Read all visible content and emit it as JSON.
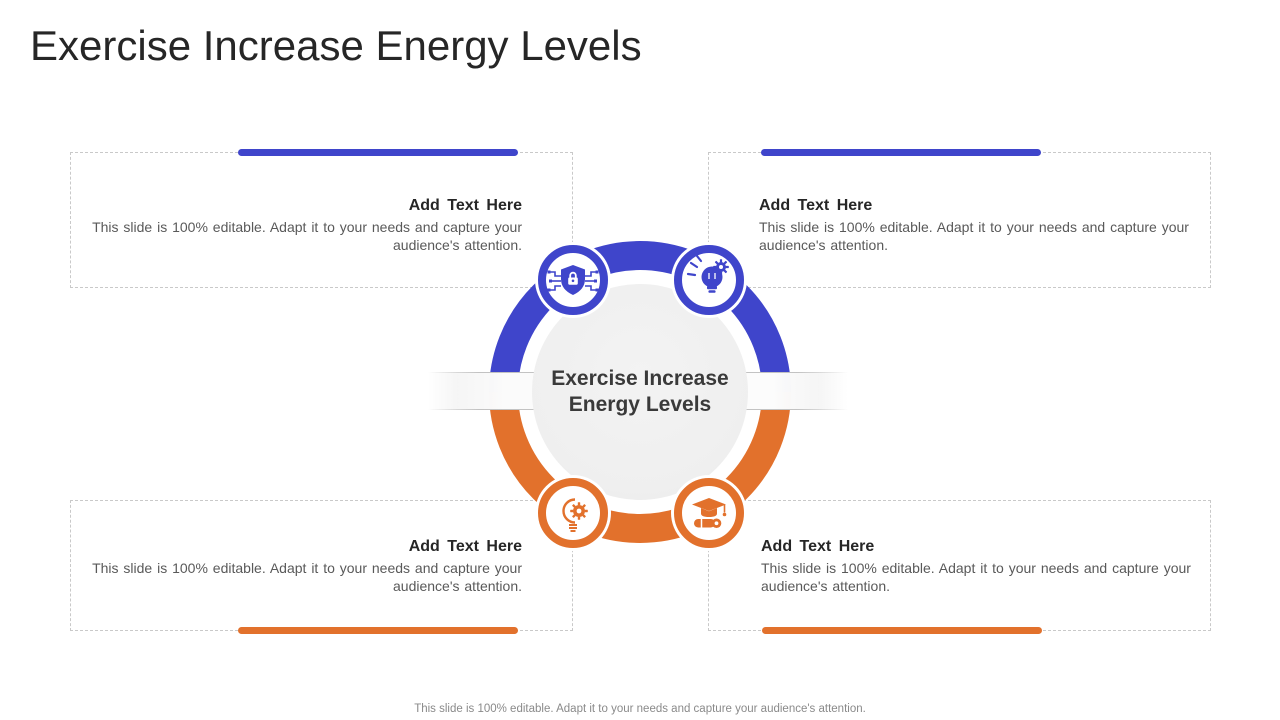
{
  "slide": {
    "title": "Exercise Increase Energy Levels",
    "footer": "This slide is 100% editable. Adapt it to your needs and capture your audience's attention."
  },
  "colors": {
    "accent_blue": "#3f45cb",
    "accent_orange": "#e2712c",
    "inner_circle_gray": "#efefef",
    "body_text_gray": "#595959"
  },
  "diagram": {
    "center_title_line1": "Exercise Increase",
    "center_title_line2": "Energy Levels",
    "nodes": [
      {
        "icon": "shield-lock-circuit",
        "color": "blue"
      },
      {
        "icon": "lightbulb-gear",
        "color": "blue"
      },
      {
        "icon": "half-bulb-half-gear",
        "color": "orange"
      },
      {
        "icon": "graduation-cap-diploma",
        "color": "orange"
      }
    ]
  },
  "boxes": [
    {
      "position": "top-left",
      "heading": "Add Text Here",
      "body": "This slide is 100% editable. Adapt it to your needs and capture your audience's attention.",
      "accent": "blue",
      "text_align": "right"
    },
    {
      "position": "top-right",
      "heading": "Add Text Here",
      "body": "This slide is 100% editable. Adapt it to your needs and capture your audience's attention.",
      "accent": "blue",
      "text_align": "left"
    },
    {
      "position": "bottom-left",
      "heading": "Add Text Here",
      "body": "This slide is 100% editable. Adapt it to your needs and capture your audience's attention.",
      "accent": "orange",
      "text_align": "right"
    },
    {
      "position": "bottom-right",
      "heading": "Add Text Here",
      "body": "This slide is 100% editable. Adapt it to your needs and capture your audience's attention.",
      "accent": "orange",
      "text_align": "left"
    }
  ]
}
